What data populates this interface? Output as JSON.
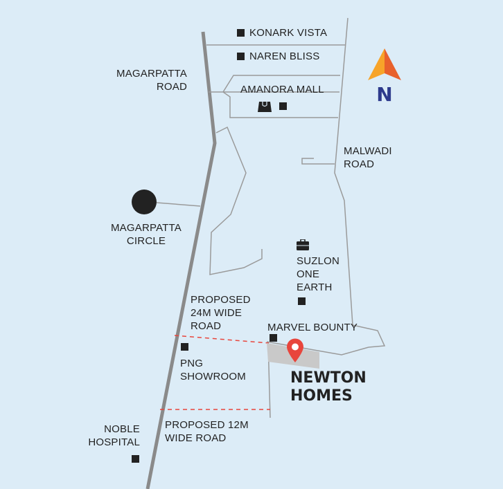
{
  "compass": {
    "letter": "N",
    "color_light": "#f7a429",
    "color_dark": "#e8612c",
    "letter_color": "#2d3a8c"
  },
  "colors": {
    "background": "#dcecf7",
    "main_road": "#8a8a8a",
    "road": "#9a9a9a",
    "proposed_road": "#e8453c",
    "site": "#c9c9c9",
    "pin": "#e8453c",
    "text": "#222222"
  },
  "labels": {
    "konark_vista": "KONARK VISTA",
    "naren_bliss": "NAREN BLISS",
    "amanora_mall": "AMANORA MALL",
    "magarpatta_road": [
      "MAGARPATTA",
      "ROAD"
    ],
    "malwadi_road": [
      "MALWADI",
      "ROAD"
    ],
    "magarpatta_circle": [
      "MAGARPATTA",
      "CIRCLE"
    ],
    "suzlon": [
      "SUZLON",
      "ONE",
      "EARTH"
    ],
    "proposed_24m": [
      "PROPOSED",
      "24M WIDE",
      "ROAD"
    ],
    "marvel_bounty": "MARVEL BOUNTY",
    "png_showroom": [
      "PNG",
      "SHOWROOM"
    ],
    "newton_homes": [
      "NEWTON",
      "HOMES"
    ],
    "noble_hospital": [
      "NOBLE",
      "HOSPITAL"
    ],
    "proposed_12m": [
      "PROPOSED 12M",
      "WIDE ROAD"
    ]
  },
  "icons": {
    "mall": "shopping-bag-icon",
    "office": "briefcase-icon",
    "pin": "location-pin-icon",
    "compass": "north-arrow-icon"
  }
}
